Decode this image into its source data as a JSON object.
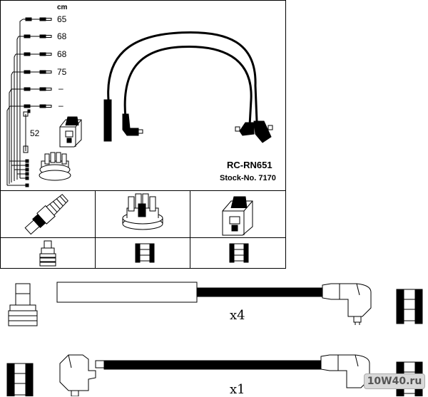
{
  "kit": {
    "title": "RC-RN651",
    "stock": "Stock-No. 7170"
  },
  "lengths": {
    "unit": "cm",
    "values": [
      "65",
      "68",
      "68",
      "75",
      "–",
      "–"
    ],
    "coil_lead": "52"
  },
  "multipliers": {
    "plug_leads": "x4",
    "coil_lead": "x1"
  },
  "watermark": "10W40.ru"
}
